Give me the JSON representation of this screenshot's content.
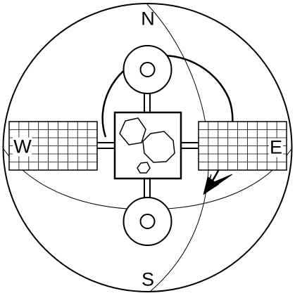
{
  "diagram": {
    "compass": {
      "north": "N",
      "south": "S",
      "west": "W",
      "east": "E"
    },
    "colors": {
      "stroke": "#000000",
      "fill": "#ffffff"
    }
  }
}
